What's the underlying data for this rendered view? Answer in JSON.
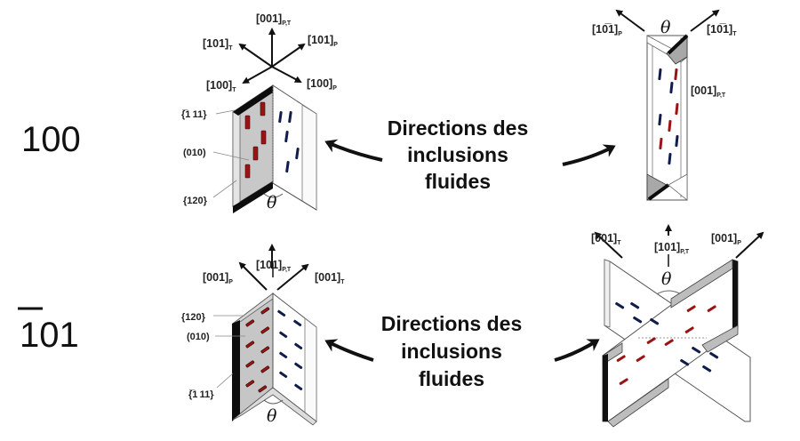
{
  "rows": [
    {
      "label": "100",
      "label_overbar": false,
      "left_crystal": {
        "axes": [
          {
            "id": "a001pt",
            "text": "[001]",
            "sub": "P,T"
          },
          {
            "id": "a101t",
            "text": "[101]",
            "sub": "T"
          },
          {
            "id": "a101p",
            "text": "[101]",
            "sub": "P"
          },
          {
            "id": "a100t",
            "text": "[100]",
            "sub": "T"
          },
          {
            "id": "a100p",
            "text": "[100]",
            "sub": "P"
          }
        ],
        "faces": [
          {
            "text": "{̅1 11}",
            "plain": "{-111}"
          },
          {
            "text": "(010)"
          },
          {
            "text": "{120}"
          }
        ],
        "angle": "θ"
      },
      "caption": [
        "Directions des",
        "inclusions",
        "fluides"
      ],
      "right_crystal": {
        "axes": [
          {
            "id": "b101p",
            "text": "[10̅1]",
            "sub": "P"
          },
          {
            "id": "b101t",
            "text": "[10̅1]",
            "sub": "T"
          },
          {
            "id": "b001pt",
            "text": "[001]",
            "sub": "P,T"
          }
        ],
        "angle": "θ"
      }
    },
    {
      "label": "101",
      "label_overbar": true,
      "left_crystal": {
        "axes": [
          {
            "id": "c001p",
            "text": "[001]",
            "sub": "P"
          },
          {
            "id": "c101pt",
            "text": "[101]",
            "sub": "P,T"
          },
          {
            "id": "c001t",
            "text": "[001]",
            "sub": "T"
          }
        ],
        "faces": [
          {
            "text": "{120}"
          },
          {
            "text": "(010)"
          },
          {
            "text": "{̅1 11}",
            "plain": "{-111}"
          }
        ],
        "angle": "θ"
      },
      "caption": [
        "Directions des",
        "inclusions",
        "fluides"
      ],
      "right_crystal": {
        "axes": [
          {
            "id": "d001t",
            "text": "[001]",
            "sub": "T"
          },
          {
            "id": "d101pt",
            "text": "[101]",
            "sub": "P,T"
          },
          {
            "id": "d001p",
            "text": "[001]",
            "sub": "P"
          }
        ],
        "angle": "θ"
      }
    }
  ],
  "colors": {
    "inclusion_red": "#9a1414",
    "inclusion_blue": "#101c4a",
    "face_gray": "#c4c4c4",
    "edge_black": "#0d0d0d",
    "text": "#111111"
  }
}
